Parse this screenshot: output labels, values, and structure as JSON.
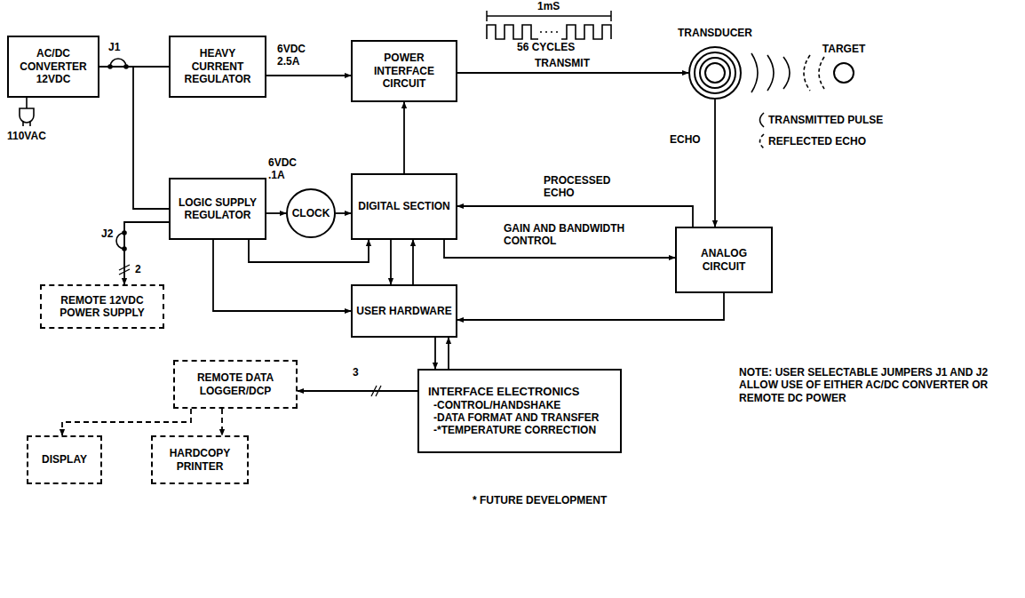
{
  "diagram": {
    "nodes": [
      {
        "text": [
          "AC/DC CONVERTER 12VDC"
        ]
      },
      {
        "text": [
          "HEAVY CURRENT REGULATOR"
        ]
      },
      {
        "text": [
          "POWER INTERFACE CIRCUIT"
        ]
      },
      {
        "text": [
          "LOGIC SUPPLY REGULATOR"
        ]
      },
      {
        "text": [
          "CLOCK"
        ]
      },
      {
        "text": [
          "DIGITAL SECTION"
        ]
      },
      {
        "text": [
          "ANALOG CIRCUIT"
        ]
      },
      {
        "text": [
          "USER HARDWARE"
        ]
      },
      {
        "text": [
          "REMOTE 12VDC POWER SUPPLY"
        ]
      },
      {
        "text": [
          "INTERFACE ELECTRONICS",
          "-CONTROL/HANDSHAKE",
          "-DATA FORMAT AND TRANSFER",
          "-*TEMPERATURE CORRECTION"
        ]
      },
      {
        "text": [
          "REMOTE DATA LOGGER/DCP"
        ]
      },
      {
        "text": [
          "DISPLAY"
        ]
      },
      {
        "text": [
          "HARDCOPY PRINTER"
        ]
      },
      {
        "text": [
          "TRANSDUCER"
        ]
      },
      {
        "text": [
          "TARGET"
        ]
      }
    ],
    "edges": [
      {
        "from": 0,
        "to": 1,
        "arrow": "none"
      },
      {
        "from": 0,
        "to": 3,
        "arrow": "none"
      },
      {
        "from": 1,
        "to": 2,
        "label": "6VDC 2.5A",
        "arrow": "to"
      },
      {
        "from": 3,
        "to": 4,
        "label": "6VDC .1A",
        "arrow": "to"
      },
      {
        "from": 4,
        "to": 5,
        "arrow": "to"
      },
      {
        "from": 3,
        "to": 5,
        "arrow": "to"
      },
      {
        "from": 3,
        "to": 7,
        "arrow": "to"
      },
      {
        "from": 3,
        "to": 8,
        "label": "2",
        "arrow": "to"
      },
      {
        "from": 5,
        "to": 2,
        "arrow": "to"
      },
      {
        "from": 2,
        "to": 13,
        "label": "TRANSMIT",
        "arrow": "to"
      },
      {
        "from": 13,
        "to": 6,
        "label": "ECHO",
        "arrow": "to"
      },
      {
        "from": 6,
        "to": 5,
        "label": "PROCESSED ECHO",
        "arrow": "to"
      },
      {
        "from": 5,
        "to": 6,
        "label": "GAIN AND BANDWIDTH CONTROL",
        "arrow": "to"
      },
      {
        "from": 5,
        "to": 7,
        "arrow": "to"
      },
      {
        "from": 7,
        "to": 5,
        "arrow": "to"
      },
      {
        "from": 6,
        "to": 7,
        "arrow": "to"
      },
      {
        "from": 7,
        "to": 9,
        "arrow": "to"
      },
      {
        "from": 9,
        "to": 7,
        "arrow": "to"
      },
      {
        "from": 9,
        "to": 10,
        "label": "3",
        "arrow": "to"
      },
      {
        "from": 10,
        "to": 11,
        "arrow": "to"
      },
      {
        "from": 10,
        "to": 12,
        "arrow": "to"
      }
    ],
    "labels": [
      "J1",
      "J2",
      "110VAC",
      "1mS",
      "56 CYCLES",
      "NOTE: USER SELECTABLE JUMPERS J1 AND J2 ALLOW USE OF EITHER AC/DC CONVERTER OR REMOTE DC POWER",
      "* FUTURE DEVELOPMENT"
    ],
    "legend": [
      {
        "text": "TRANSMITTED PULSE"
      },
      {
        "text": "REFLECTED ECHO"
      }
    ]
  }
}
